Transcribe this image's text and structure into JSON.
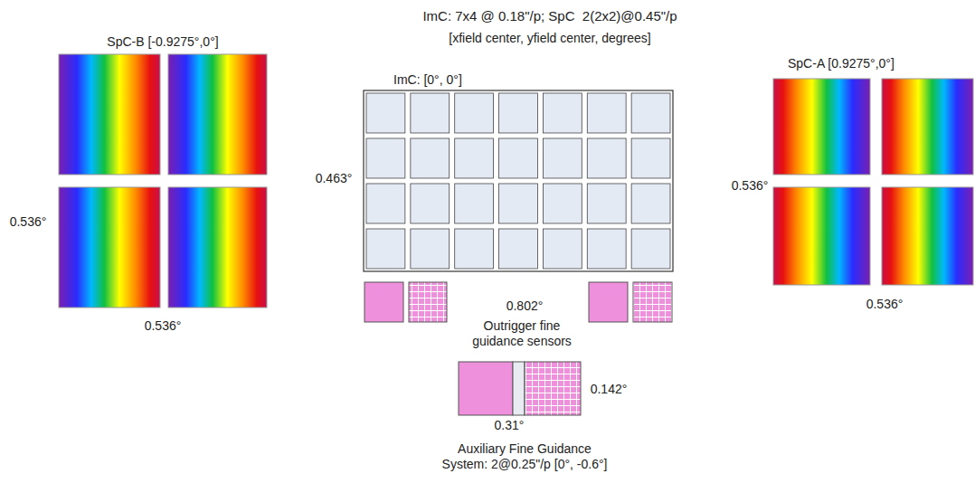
{
  "diagram": {
    "title": "ImC: 7x4 @ 0.18\"/p; SpC  2(2x2)@0.45\"/p",
    "nodes": [
      {
        "text": [
          "SpC-B [-0.9275°,0°]"
        ]
      },
      {
        "text": [
          "ImC: [0°, 0°]"
        ]
      },
      {
        "text": [
          "SpC-A [0.9275°,0°]"
        ]
      },
      {
        "text": [
          "Auxiliary Fine Guidance System: 2@0.25\"/p [0°, -0.6°]"
        ]
      }
    ],
    "labels": [
      "[xfield center, yfield center, degrees]",
      "0.536°",
      "0.536°",
      "0.463°",
      "0.802°",
      "Outrigger fine guidance sensors",
      "0.536°",
      "0.536°",
      "0.142°",
      "0.31°"
    ]
  }
}
